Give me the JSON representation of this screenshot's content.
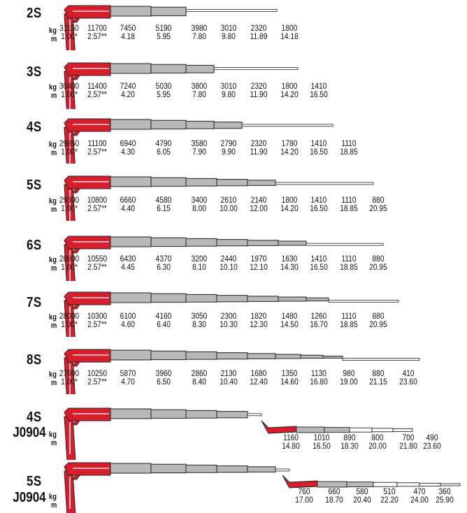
{
  "units": {
    "kg": "kg",
    "m": "m"
  },
  "rows": [
    {
      "label": "2S",
      "label2": "",
      "kg": [
        "31150",
        "11700",
        "7450",
        "5190",
        "3980",
        "3010",
        "2320",
        "1800"
      ],
      "m": [
        "1.00*",
        "2.57**",
        "4.18",
        "5.95",
        "7.80",
        "9.80",
        "11.89",
        "14.18"
      ]
    },
    {
      "label": "3S",
      "label2": "",
      "kg": [
        "30400",
        "11400",
        "7240",
        "5030",
        "3800",
        "3010",
        "2320",
        "1800",
        "1410"
      ],
      "m": [
        "1.00*",
        "2.57**",
        "4.20",
        "5.95",
        "7.80",
        "9.80",
        "11.90",
        "14.20",
        "16.50"
      ]
    },
    {
      "label": "4S",
      "label2": "",
      "kg": [
        "29850",
        "11100",
        "6940",
        "4790",
        "3580",
        "2790",
        "2320",
        "1780",
        "1410",
        "1110"
      ],
      "m": [
        "1.00*",
        "2.57**",
        "4.30",
        "6.05",
        "7.90",
        "9.90",
        "11.90",
        "14.20",
        "16.50",
        "18.85"
      ]
    },
    {
      "label": "5S",
      "label2": "",
      "kg": [
        "29300",
        "10800",
        "6660",
        "4580",
        "3400",
        "2610",
        "2140",
        "1800",
        "1410",
        "1110",
        "880"
      ],
      "m": [
        "1.00*",
        "2.57**",
        "4.40",
        "6.15",
        "8.00",
        "10.00",
        "12.00",
        "14.20",
        "16.50",
        "18.85",
        "20.95"
      ]
    },
    {
      "label": "6S",
      "label2": "",
      "kg": [
        "28600",
        "10550",
        "6430",
        "4370",
        "3200",
        "2440",
        "1970",
        "1630",
        "1410",
        "1110",
        "880"
      ],
      "m": [
        "1.00*",
        "2.57**",
        "4.45",
        "6.30",
        "8.10",
        "10.10",
        "12.10",
        "14.30",
        "16.50",
        "18.85",
        "20.95"
      ]
    },
    {
      "label": "7S",
      "label2": "",
      "kg": [
        "28000",
        "10300",
        "6100",
        "4160",
        "3050",
        "2300",
        "1820",
        "1480",
        "1260",
        "1110",
        "880"
      ],
      "m": [
        "1.00*",
        "2.57**",
        "4.60",
        "6.40",
        "8.30",
        "10.30",
        "12.30",
        "14.50",
        "16.70",
        "18.85",
        "20.95"
      ]
    },
    {
      "label": "8S",
      "label2": "",
      "kg": [
        "27600",
        "10250",
        "5870",
        "3960",
        "2860",
        "2130",
        "1680",
        "1350",
        "1130",
        "980",
        "880",
        "410"
      ],
      "m": [
        "1.00*",
        "2.57**",
        "4.70",
        "6.50",
        "8.40",
        "10.40",
        "12.40",
        "14.60",
        "16.80",
        "19.00",
        "21.15",
        "23.60"
      ]
    },
    {
      "label": "4S",
      "label2": "J0904",
      "kg": [
        "1160",
        "1010",
        "890",
        "800",
        "700",
        "490"
      ],
      "m": [
        "14.80",
        "16.50",
        "18.30",
        "20.00",
        "21.80",
        "23.60"
      ]
    },
    {
      "label": "5S",
      "label2": "J0904",
      "kg": [
        "760",
        "660",
        "580",
        "510",
        "470",
        "360"
      ],
      "m": [
        "17.00",
        "18.70",
        "20.40",
        "22.20",
        "24.00",
        "25.90"
      ]
    }
  ]
}
